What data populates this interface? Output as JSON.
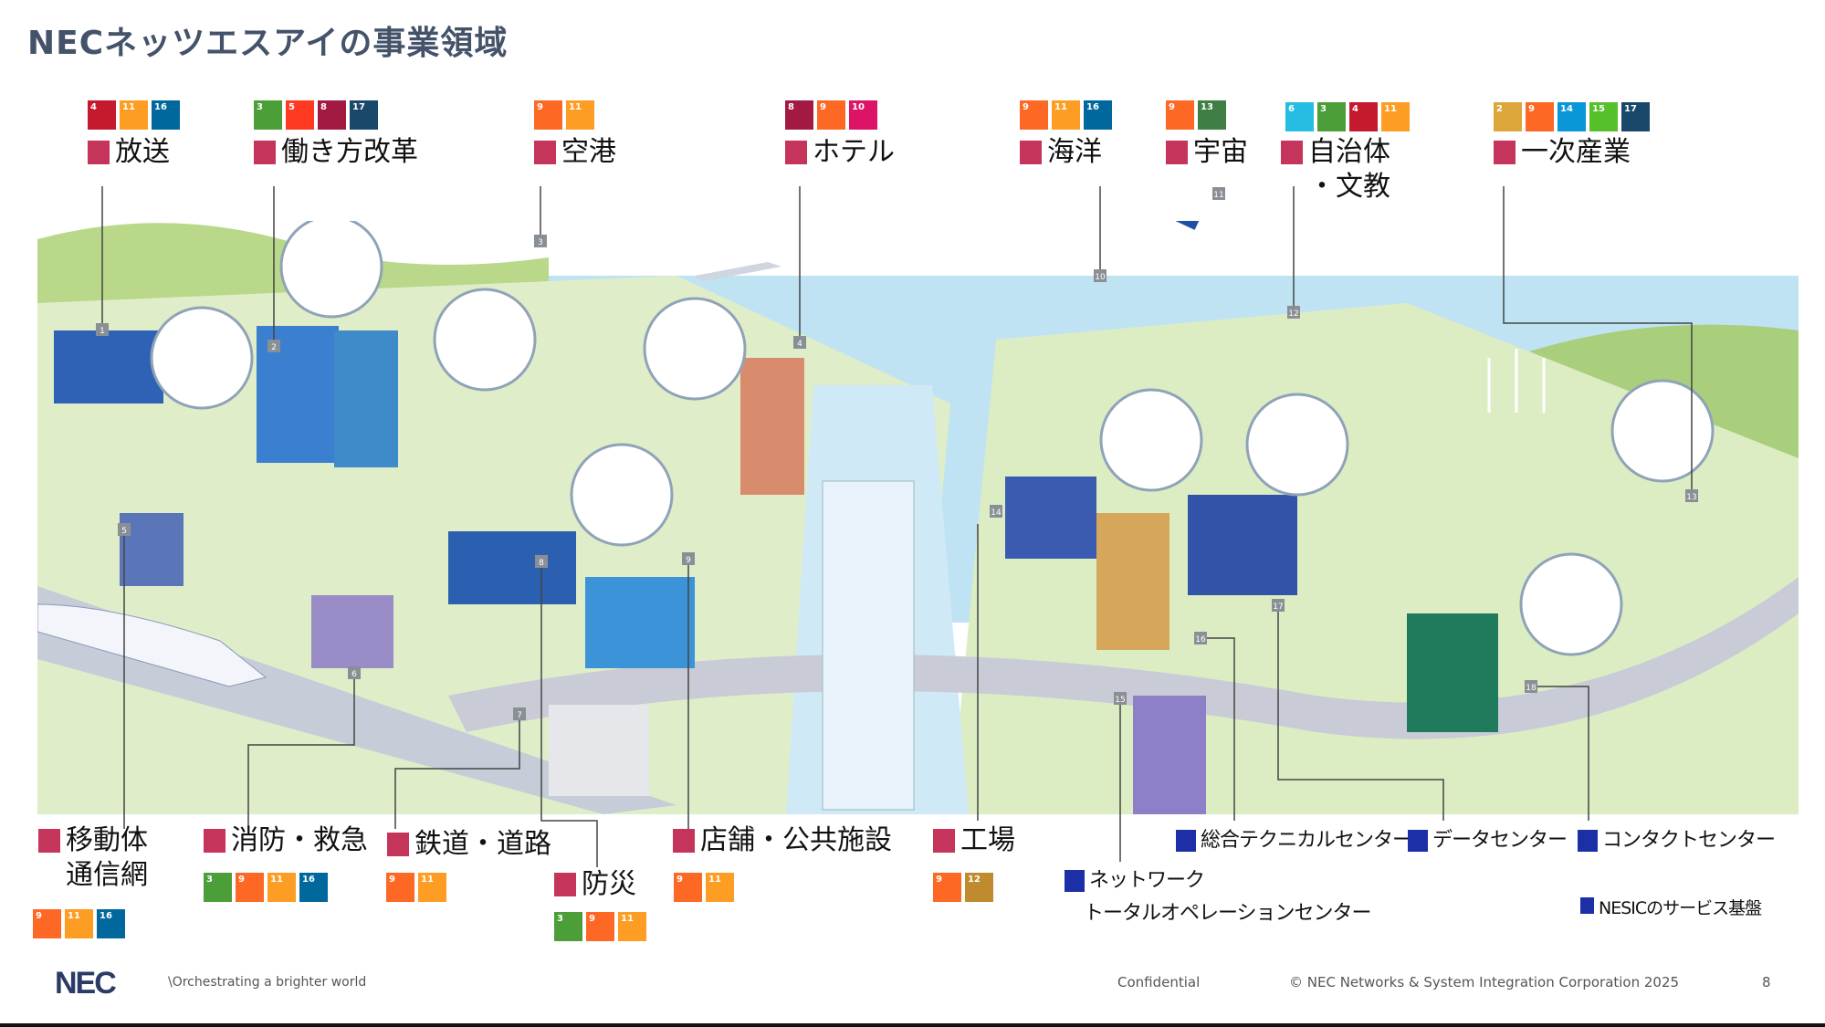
{
  "title": "NECネッツエスアイの事業領域",
  "colors": {
    "domain_marker": "#c5345a",
    "service_marker": "#1c2fa6"
  },
  "sdg_colors": {
    "2": "#dda63a",
    "3": "#4c9f38",
    "4": "#c5192d",
    "5": "#ff3a21",
    "6": "#26bde2",
    "8": "#a21942",
    "9": "#fd6925",
    "10": "#dd1367",
    "11": "#fd9d24",
    "12": "#bf8b2e",
    "13": "#3f7e44",
    "14": "#0a97d9",
    "15": "#56c02b",
    "16": "#00689d",
    "17": "#19486a"
  },
  "domains": [
    {
      "id": "broadcast",
      "label": "放送",
      "sdgs": [
        4,
        11,
        16
      ]
    },
    {
      "id": "workstyle",
      "label": "働き方改革",
      "sdgs": [
        3,
        5,
        8,
        17
      ]
    },
    {
      "id": "airport",
      "label": "空港",
      "sdgs": [
        9,
        11
      ]
    },
    {
      "id": "hotel",
      "label": "ホテル",
      "sdgs": [
        8,
        9,
        10
      ]
    },
    {
      "id": "ocean",
      "label": "海洋",
      "sdgs": [
        9,
        11,
        16
      ]
    },
    {
      "id": "space",
      "label": "宇宙",
      "sdgs": [
        9,
        13
      ]
    },
    {
      "id": "municipal",
      "label": "自治体",
      "label2": "・文教",
      "sdgs": [
        6,
        3,
        4,
        11
      ]
    },
    {
      "id": "primary",
      "label": "一次産業",
      "sdgs": [
        2,
        9,
        14,
        15,
        17
      ]
    },
    {
      "id": "mobile",
      "label": "移動体",
      "label2": "通信網",
      "sdgs": [
        9,
        11,
        16
      ]
    },
    {
      "id": "fire",
      "label": "消防・救急",
      "sdgs": [
        3,
        9,
        11,
        16
      ]
    },
    {
      "id": "rail",
      "label": "鉄道・道路",
      "sdgs": [
        9,
        11
      ]
    },
    {
      "id": "disaster",
      "label": "防災",
      "sdgs": [
        3,
        9,
        11
      ]
    },
    {
      "id": "store",
      "label": "店舗・公共施設",
      "sdgs": [
        9,
        11
      ]
    },
    {
      "id": "factory",
      "label": "工場",
      "sdgs": [
        9,
        12
      ]
    }
  ],
  "services": [
    {
      "id": "network",
      "label": "ネットワーク",
      "label2": "トータルオペレーションセンター"
    },
    {
      "id": "technical",
      "label": "総合テクニカルセンター"
    },
    {
      "id": "data",
      "label": "データセンター"
    },
    {
      "id": "contact",
      "label": "コンタクトセンター"
    }
  ],
  "legend": "NESICのサービス基盤",
  "markers": [
    "1",
    "2",
    "3",
    "4",
    "5",
    "6",
    "7",
    "8",
    "9",
    "10",
    "11",
    "12",
    "13",
    "14",
    "15",
    "16",
    "17",
    "18"
  ],
  "footer": {
    "logo": "NEC",
    "tagline": "\\Orchestrating a brighter world",
    "confidential": "Confidential",
    "copyright": "© NEC Networks & System Integration Corporation 2025",
    "page": "8"
  }
}
